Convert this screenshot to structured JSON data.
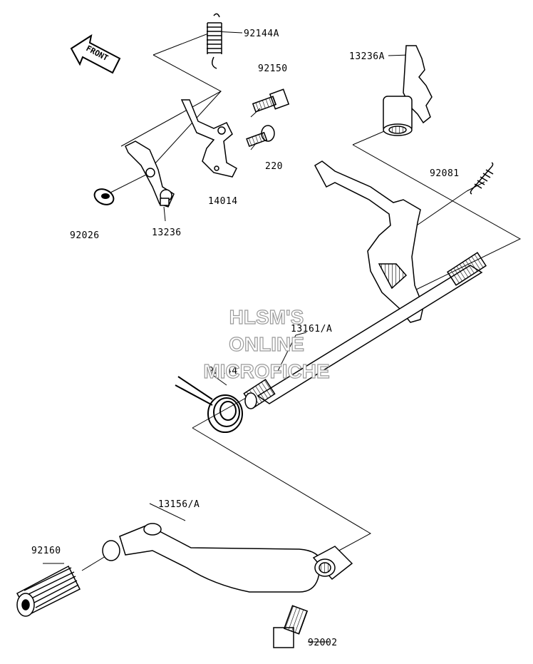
{
  "direction_label": "FRONT",
  "watermark": [
    "HLSM'S",
    "ONLINE",
    "MICROFICHE"
  ],
  "parts": [
    {
      "id": "p92144A",
      "label": "92144A"
    },
    {
      "id": "p92150",
      "label": "92150"
    },
    {
      "id": "p13236A",
      "label": "13236A"
    },
    {
      "id": "p220",
      "label": "220"
    },
    {
      "id": "p14014",
      "label": "14014"
    },
    {
      "id": "p92081",
      "label": "92081"
    },
    {
      "id": "p92026",
      "label": "92026"
    },
    {
      "id": "p13236",
      "label": "13236"
    },
    {
      "id": "p13161A",
      "label": "13161/A"
    },
    {
      "id": "p92144",
      "label": "92144"
    },
    {
      "id": "p13156A",
      "label": "13156/A"
    },
    {
      "id": "p92160",
      "label": "92160"
    },
    {
      "id": "p92002",
      "label": "92002"
    }
  ]
}
